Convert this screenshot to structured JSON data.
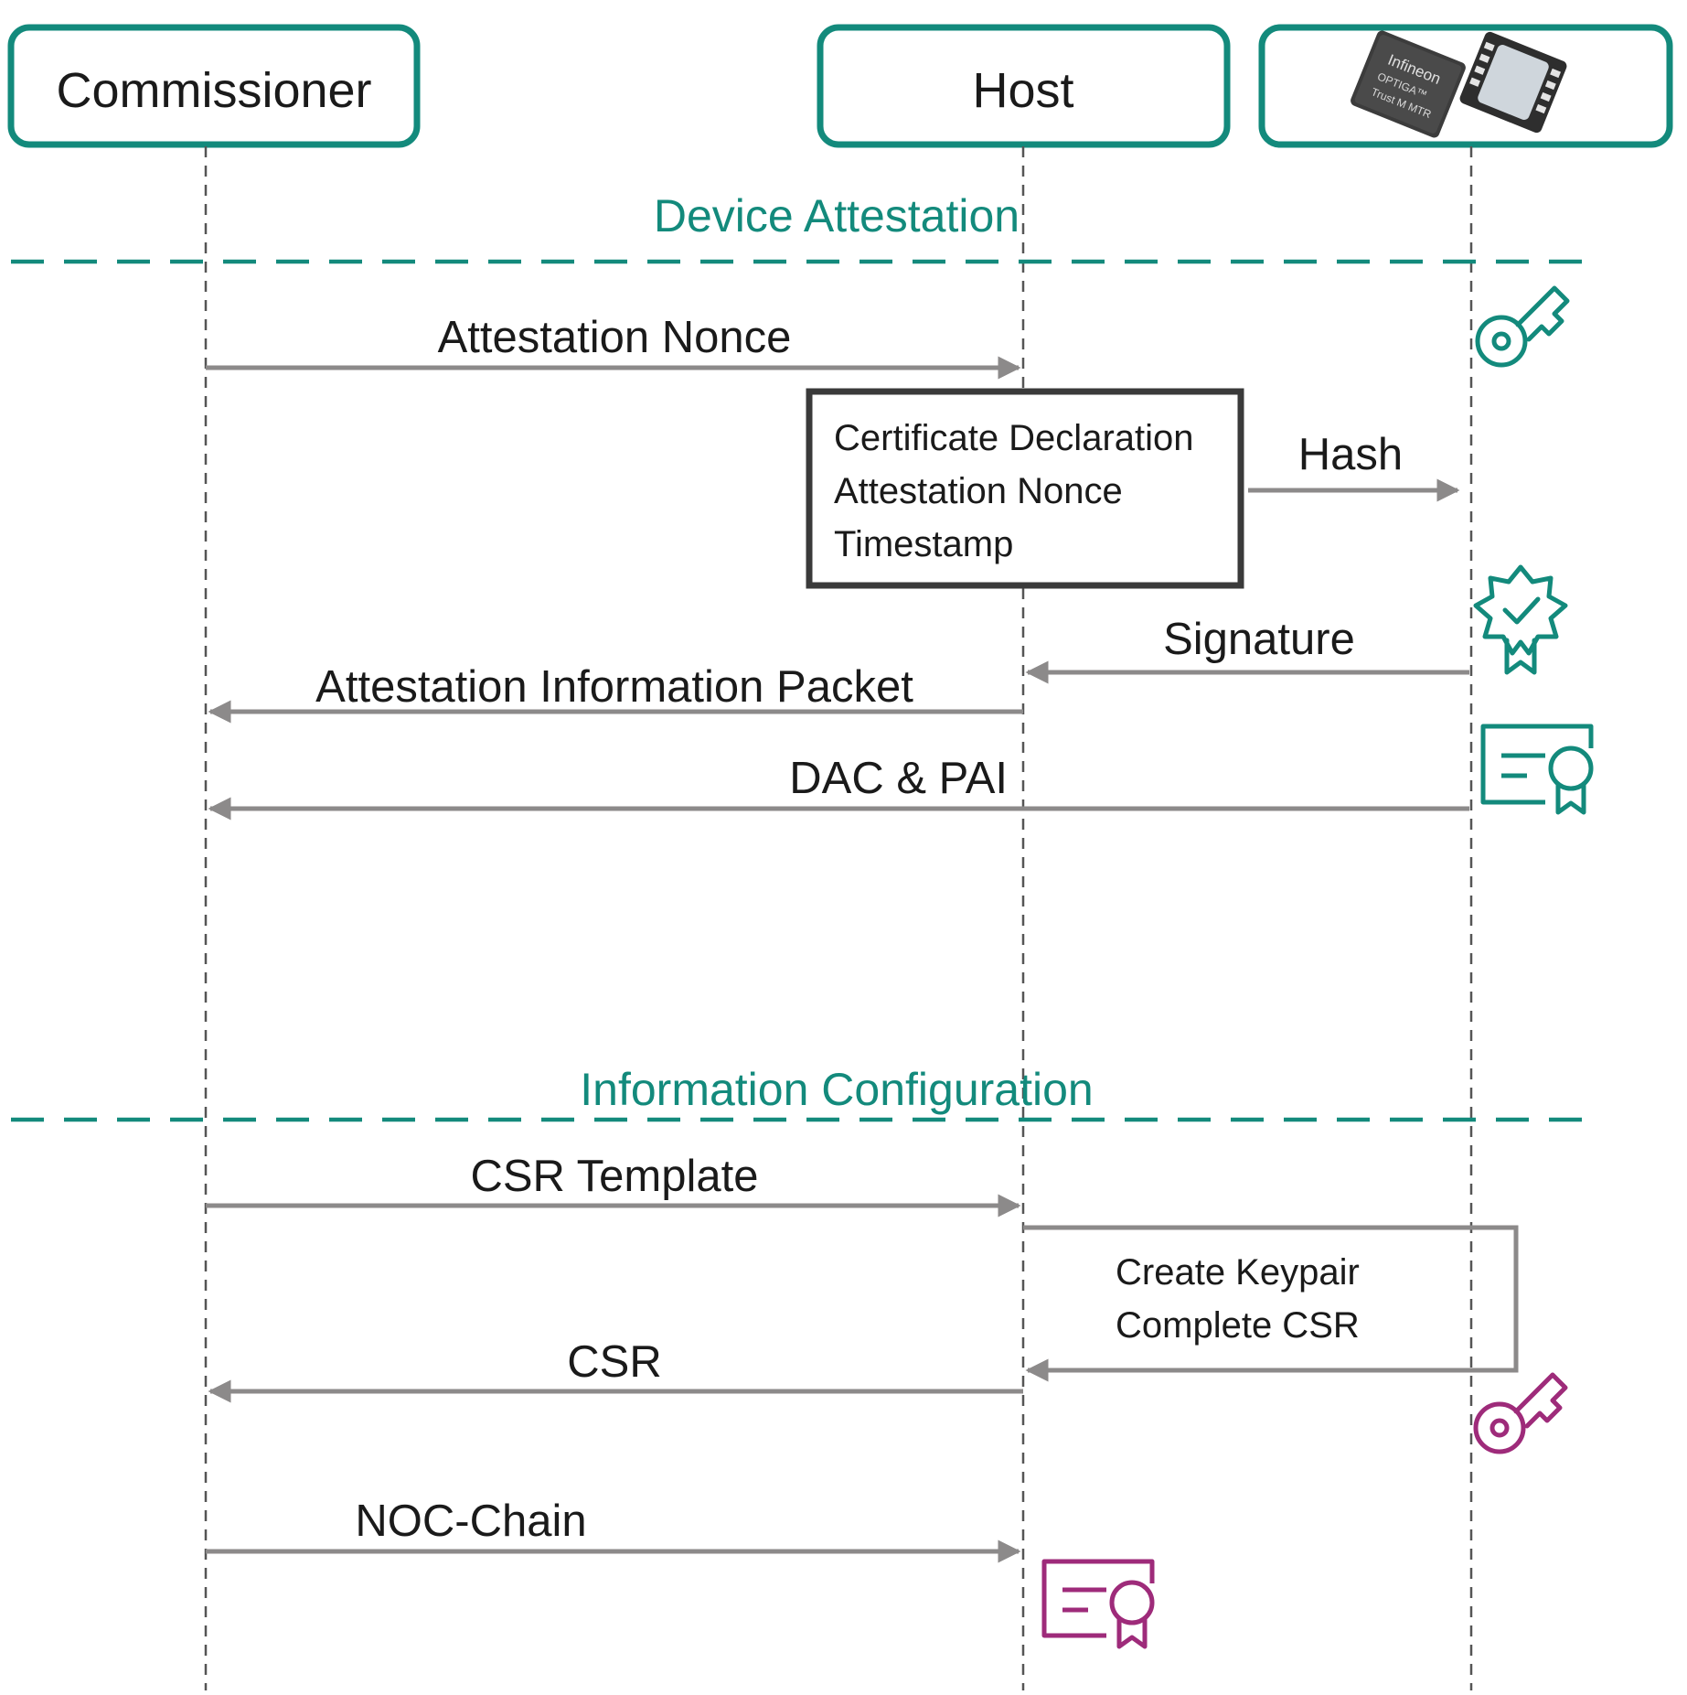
{
  "colors": {
    "teal": "#138a7c",
    "magenta": "#9e2b7a",
    "arrow": "#8c8a8a",
    "lifeline": "#555555",
    "box_border": "#3a3a3a"
  },
  "participants": {
    "commissioner": {
      "label": "Commissioner"
    },
    "host": {
      "label": "Host"
    },
    "chip": {
      "icon": "optiga-trust-m-chip-icon",
      "chip_text": [
        "Infineon",
        "OPTIGA™",
        "Trust M MTR"
      ]
    }
  },
  "sections": {
    "device_attestation": "Device Attestation",
    "information_configuration": "Information Configuration"
  },
  "messages": {
    "attestation_nonce": "Attestation Nonce",
    "hash": "Hash",
    "signature": "Signature",
    "attestation_information_packet": "Attestation Information Packet",
    "dac_pai": "DAC & PAI",
    "csr_template": "CSR Template",
    "csr": "CSR",
    "noc_chain": "NOC-Chain"
  },
  "notes": {
    "hash_input": [
      "Certificate Declaration",
      "Attestation Nonce",
      "Timestamp"
    ],
    "keypair": [
      "Create Keypair",
      "Complete CSR"
    ]
  },
  "icons": {
    "attestation_key": "key-icon",
    "signature_badge": "verified-badge-icon",
    "dac_certificate": "certificate-icon",
    "operational_key": "key-icon",
    "noc_certificate": "certificate-icon"
  }
}
